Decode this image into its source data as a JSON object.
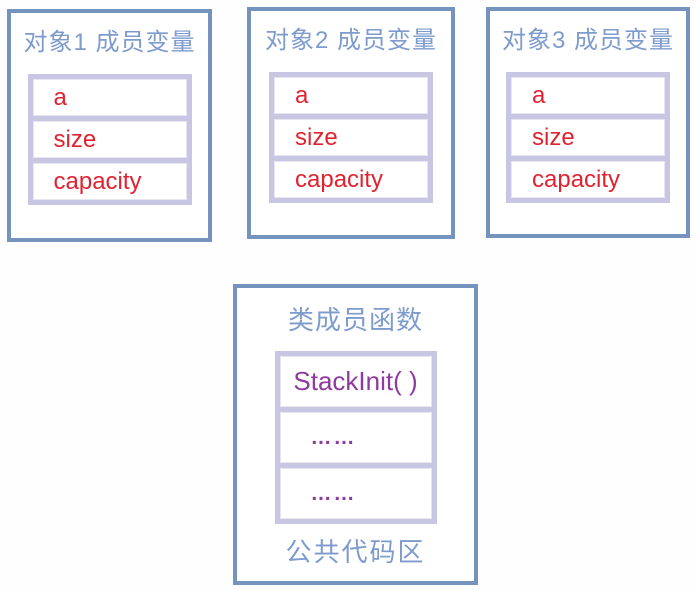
{
  "colors": {
    "box_border_blue": "#7494BE",
    "title_text_blue": "#7E9BCE",
    "table_border_lavender": "#C9C6E4",
    "member_text_red": "#E02330",
    "function_text_purple": "#8F3A9E"
  },
  "object_boxes": [
    {
      "title": "对象1 成员变量",
      "members": [
        "a",
        "size",
        "capacity"
      ]
    },
    {
      "title": "对象2 成员变量",
      "members": [
        "a",
        "size",
        "capacity"
      ]
    },
    {
      "title": "对象3 成员变量",
      "members": [
        "a",
        "size",
        "capacity"
      ]
    }
  ],
  "class_box": {
    "title": "类成员函数",
    "functions": [
      "StackInit( )",
      "……",
      "……"
    ],
    "footer": "公共代码区"
  }
}
